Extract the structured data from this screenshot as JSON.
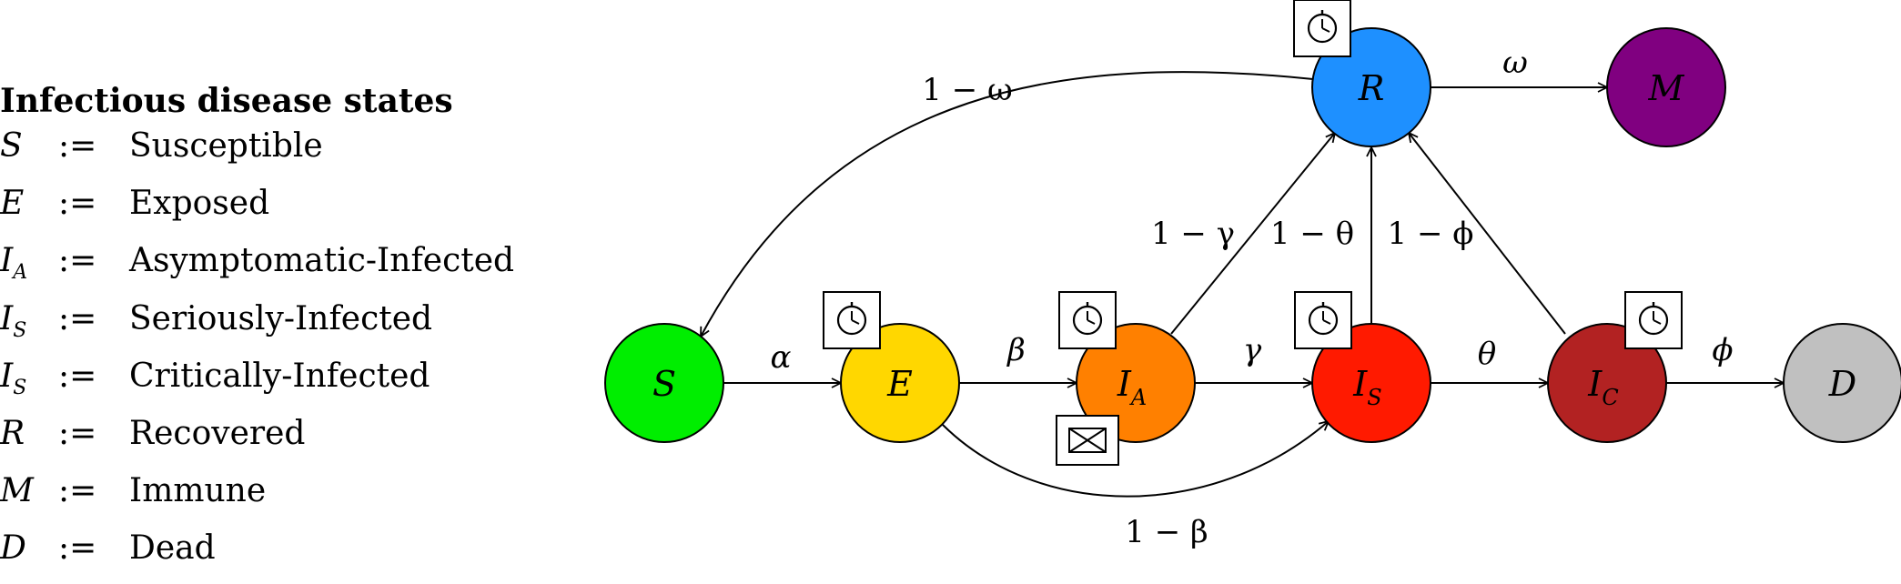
{
  "legend": {
    "title": "Infectious disease states",
    "assign": ":=",
    "items": [
      {
        "symbol": "S",
        "sub": "",
        "label": "Susceptible"
      },
      {
        "symbol": "E",
        "sub": "",
        "label": "Exposed"
      },
      {
        "symbol": "I",
        "sub": "A",
        "label": "Asymptomatic-Infected"
      },
      {
        "symbol": "I",
        "sub": "S",
        "label": "Seriously-Infected"
      },
      {
        "symbol": "I",
        "sub": "S",
        "label": "Critically-Infected"
      },
      {
        "symbol": "R",
        "sub": "",
        "label": "Recovered"
      },
      {
        "symbol": "M",
        "sub": "",
        "label": "Immune"
      },
      {
        "symbol": "D",
        "sub": "",
        "label": "Dead"
      }
    ]
  },
  "nodes": {
    "S": {
      "symbol": "S",
      "sub": "",
      "color": "#00ee00"
    },
    "E": {
      "symbol": "E",
      "sub": "",
      "color": "#ffd700"
    },
    "IA": {
      "symbol": "I",
      "sub": "A",
      "color": "#ff8000"
    },
    "IS": {
      "symbol": "I",
      "sub": "S",
      "color": "#ff1a00"
    },
    "IC": {
      "symbol": "I",
      "sub": "C",
      "color": "#b22222"
    },
    "D": {
      "symbol": "D",
      "sub": "",
      "color": "#c0c0c0"
    },
    "R": {
      "symbol": "R",
      "sub": "",
      "color": "#1e90ff"
    },
    "M": {
      "symbol": "M",
      "sub": "",
      "color": "#800080"
    }
  },
  "edges": {
    "alpha": "α",
    "beta": "β",
    "gamma": "γ",
    "theta": "θ",
    "phi": "ϕ",
    "omega": "ω",
    "one_minus_omega": "1 − ω",
    "one_minus_gamma": "1 − γ",
    "one_minus_theta": "1 − θ",
    "one_minus_phi": "1 − ϕ",
    "one_minus_beta": "1 − β"
  },
  "icons": {
    "timer": "clock-icon",
    "message": "envelope-icon"
  }
}
